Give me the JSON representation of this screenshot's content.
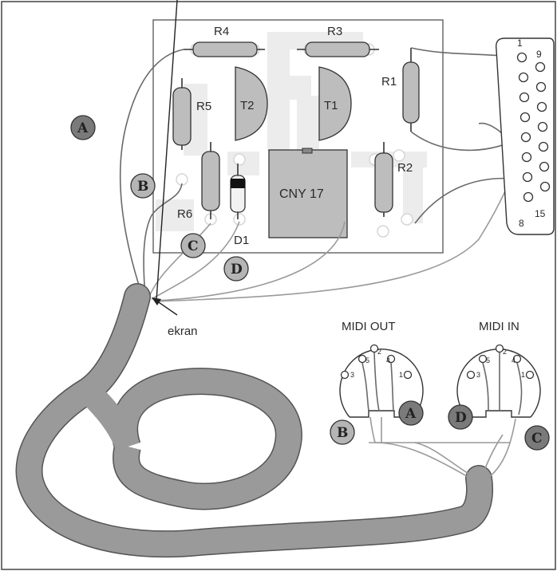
{
  "components": {
    "r4": "R4",
    "r3": "R3",
    "r1": "R1",
    "r5": "R5",
    "r2": "R2",
    "r6": "R6",
    "t1": "T1",
    "t2": "T2",
    "d1": "D1",
    "cny": "CNY 17"
  },
  "wires": {
    "a": "A",
    "b": "B",
    "c": "C",
    "d": "D"
  },
  "cable_label": "ekran",
  "connector": {
    "pin1": "1",
    "pin9": "9",
    "pin8": "8",
    "pin15": "15"
  },
  "midi_out": {
    "title": "MIDI OUT",
    "pins": [
      "5",
      "2",
      "4",
      "3",
      "1"
    ]
  },
  "midi_in": {
    "title": "MIDI IN",
    "pins": [
      "5",
      "2",
      "4",
      "3",
      "1"
    ]
  },
  "colors": {
    "cable": "#9a9a9a",
    "component": "#bdbdbd",
    "badge_dark": "#7a7a7a",
    "badge_light": "#b5b5b5"
  }
}
